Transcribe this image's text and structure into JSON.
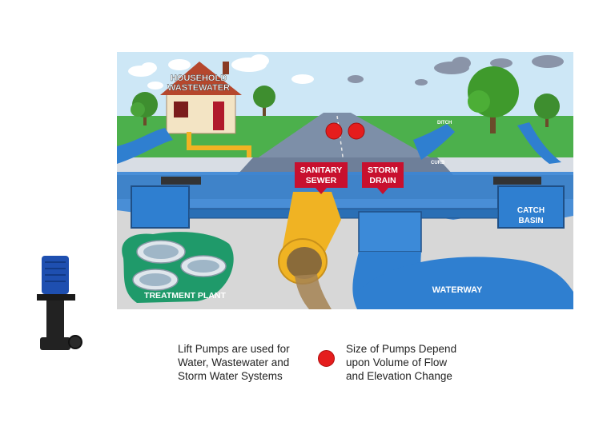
{
  "scene": {
    "labels": {
      "household": "HOUSEHOLD",
      "wastewater": "WASTEWATER",
      "ditch": "DITCH",
      "curb": "CURB",
      "sanitary": "SANITARY",
      "sewer": "SEWER",
      "storm": "STORM",
      "drain": "DRAIN",
      "catch": "CATCH",
      "basin": "BASIN",
      "treatment_plant": "TREATMENT PLANT",
      "waterway": "WATERWAY"
    },
    "colors": {
      "sky": "#cde7f6",
      "grass": "#4cb04c",
      "road": "#7d8fa8",
      "water": "#2f7fd0",
      "soil": "#d7d7d7",
      "pipe_yellow": "#f0b323",
      "marker_red": "#c8102e",
      "pump_dot": "#e51d1d"
    }
  },
  "captions": {
    "left": [
      "Lift Pumps  are used for",
      "Water, Wastewater and",
      "Storm  Water Systems"
    ],
    "right": [
      "Size of Pumps Depend",
      "upon Volume of Flow",
      "and Elevation Change"
    ]
  }
}
